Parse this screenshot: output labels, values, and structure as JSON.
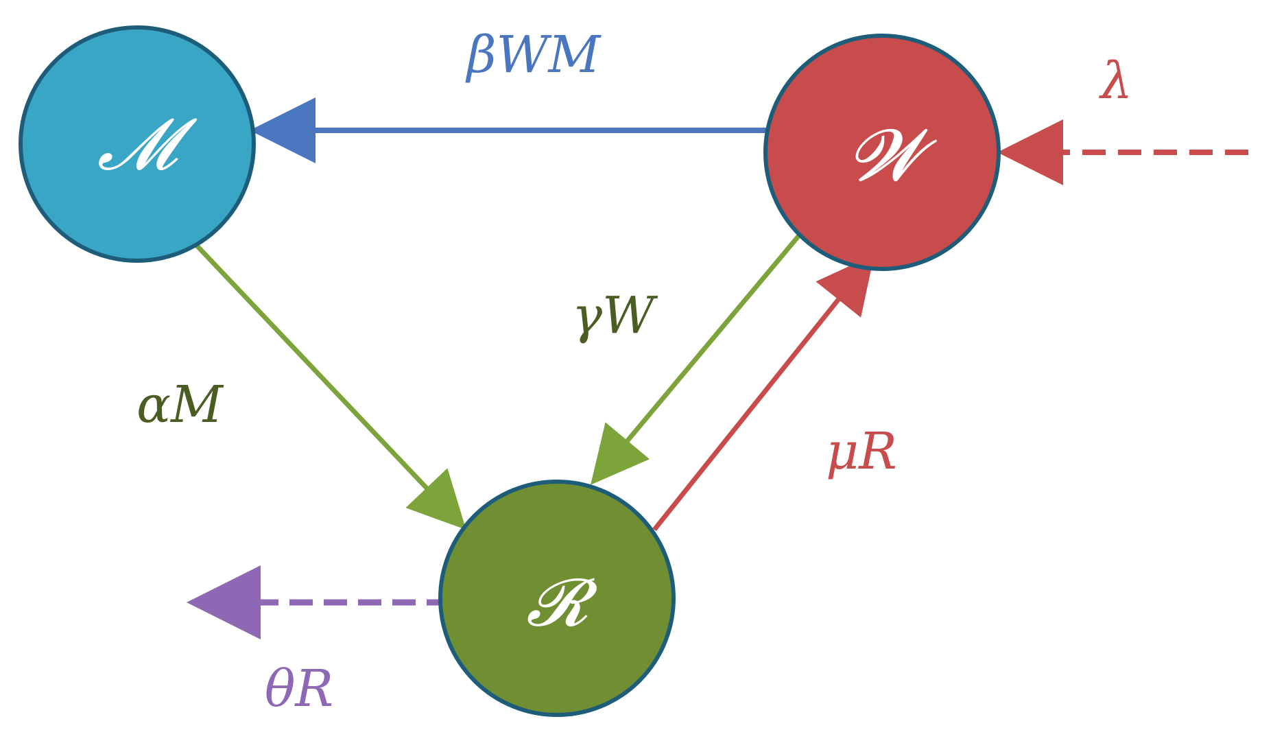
{
  "nodes": {
    "m": {
      "label": "𝓜",
      "color": "#3aa6c5"
    },
    "w": {
      "label": "𝓦",
      "color": "#c84c4c"
    },
    "r": {
      "label": "𝓡",
      "color": "#6f8f32"
    }
  },
  "edges": {
    "w_to_m": {
      "label": "βWM",
      "color": "#4a76c0"
    },
    "lambda_in": {
      "label": "λ",
      "color": "#c84c4c"
    },
    "m_to_r": {
      "label": "αM",
      "color": "#7da33b"
    },
    "w_to_r": {
      "label": "γW",
      "color": "#7da33b"
    },
    "r_to_w": {
      "label": "μR",
      "color": "#c84c4c"
    },
    "r_out": {
      "label": "θR",
      "color": "#8e68b5"
    }
  },
  "colors": {
    "node_outline": "#1d5d7a",
    "label_green_dark": "#4a5e24"
  }
}
